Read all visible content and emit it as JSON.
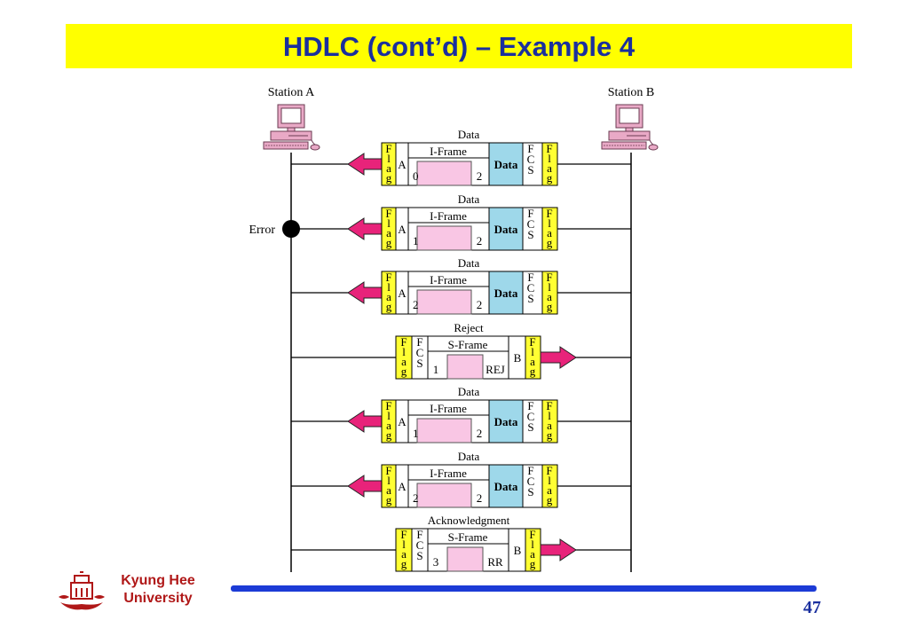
{
  "title": "HDLC (cont’d) – Example 4",
  "stations": {
    "a": "Station A",
    "b": "Station B"
  },
  "error_label": "Error",
  "frames": [
    {
      "caption": "Data",
      "direction": "to-a",
      "type": "I-Frame",
      "addr": "A",
      "ns": "0",
      "nr": "2",
      "data": "Data",
      "fcs": [
        "F",
        "C",
        "S"
      ],
      "flag": [
        "F",
        "l",
        "a",
        "g"
      ]
    },
    {
      "caption": "Data",
      "direction": "to-a",
      "type": "I-Frame",
      "addr": "A",
      "ns": "1",
      "nr": "2",
      "data": "Data",
      "fcs": [
        "F",
        "C",
        "S"
      ],
      "flag": [
        "F",
        "l",
        "a",
        "g"
      ]
    },
    {
      "caption": "Data",
      "direction": "to-a",
      "type": "I-Frame",
      "addr": "A",
      "ns": "2",
      "nr": "2",
      "data": "Data",
      "fcs": [
        "F",
        "C",
        "S"
      ],
      "flag": [
        "F",
        "l",
        "a",
        "g"
      ]
    },
    {
      "caption": "Reject",
      "direction": "to-b",
      "type": "S-Frame",
      "addr": "B",
      "nr": "1",
      "code": "REJ",
      "fcs": [
        "F",
        "C",
        "S"
      ],
      "flag": [
        "F",
        "l",
        "a",
        "g"
      ]
    },
    {
      "caption": "Data",
      "direction": "to-a",
      "type": "I-Frame",
      "addr": "A",
      "ns": "1",
      "nr": "2",
      "data": "Data",
      "fcs": [
        "F",
        "C",
        "S"
      ],
      "flag": [
        "F",
        "l",
        "a",
        "g"
      ]
    },
    {
      "caption": "Data",
      "direction": "to-a",
      "type": "I-Frame",
      "addr": "A",
      "ns": "2",
      "nr": "2",
      "data": "Data",
      "fcs": [
        "F",
        "C",
        "S"
      ],
      "flag": [
        "F",
        "l",
        "a",
        "g"
      ]
    },
    {
      "caption": "Acknowledgment",
      "direction": "to-b",
      "type": "S-Frame",
      "addr": "B",
      "nr": "3",
      "code": "RR",
      "fcs": [
        "F",
        "C",
        "S"
      ],
      "flag": [
        "F",
        "l",
        "a",
        "g"
      ]
    }
  ],
  "footer": {
    "university_line1": "Kyung Hee",
    "university_line2": "University",
    "page_number": "47"
  },
  "colors": {
    "title_bg": "#ffff00",
    "title_text": "#1a2f9e",
    "flag": "#ffff33",
    "data": "#9ed8ea",
    "payload": "#f9c6e4",
    "arrow": "#e8237a",
    "footer_line": "#1c3bd6",
    "university": "#b01818"
  }
}
